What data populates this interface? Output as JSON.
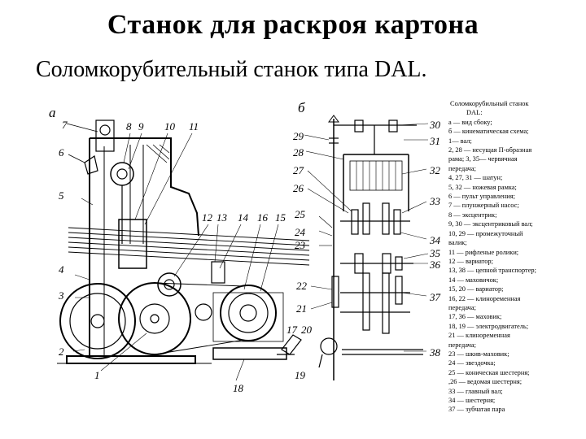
{
  "title": "Станок для раскроя картона",
  "subtitle": "Соломкорубительный станок типа DAL.",
  "diagram": {
    "panel_a": "а",
    "panel_b": "б",
    "labels_a": [
      "7",
      "8",
      "9",
      "10",
      "11",
      "6",
      "5",
      "4",
      "3",
      "2",
      "12",
      "13",
      "14",
      "16",
      "15",
      "1",
      "17",
      "20",
      "18",
      "19"
    ],
    "labels_b": [
      "29",
      "28",
      "27",
      "26",
      "25",
      "24",
      "23",
      "22",
      "21",
      "30",
      "31",
      "32",
      "33",
      "34",
      "35",
      "36",
      "37",
      "38"
    ]
  },
  "legend": {
    "title_line1": "Соломкорубильный станок",
    "title_line2": "DAL:",
    "items": [
      "а — вид сбоку;",
      "б — кинематическая схема;",
      "1— вал;",
      "2, 28 — несущая П-образная",
      "рама; 3, 35— червячная",
      "передача;",
      "4, 27, 31 — шатун;",
      "5, 32 — ножевая рамка;",
      "6 — пульт управления;",
      "7 — плунжерный насос;",
      "8 — эксцентрик;",
      "9, 30 — эксцентриковый вал;",
      "10, 29 — промежуточный",
      "валик;",
      "11 — рифленые ролики;",
      "12 — вариатор;",
      "13, 38 — цепной транспортер;",
      "14 — маховичок;",
      "15, 20 — вариатор;",
      "16, 22 — клиноременная",
      "передача;",
      "17, 36 — маховик;",
      "18, 19 — электродвигатель;",
      "21 — клиноременная",
      "передача;",
      "23 — шкив-маховик;",
      "24 — звездочка;",
      "25 — коническая шестерня;",
      ",26 — ведомая шестерня;",
      "33 — главный вал;",
      "34 — шестерня;",
      "37 — зубчатая пара"
    ]
  }
}
